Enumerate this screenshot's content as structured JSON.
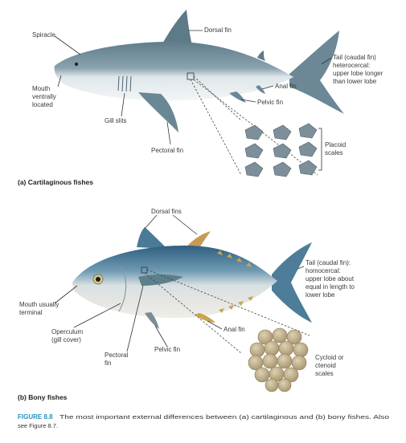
{
  "shark": {
    "labels": {
      "spiracle": "Spiracle",
      "dorsal_fin": "Dorsal fin",
      "mouth_l1": "Mouth",
      "mouth_l2": "ventrally",
      "mouth_l3": "located",
      "tail_l1": "Tail (caudal fin)",
      "tail_l2": "heterocercal:",
      "tail_l3": "upper lobe longer",
      "tail_l4": "than lower lobe",
      "anal_fin": "Anal fin",
      "pelvic_fin": "Pelvic fin",
      "gill_slits": "Gill slits",
      "scales_l1": "Placoid",
      "scales_l2": "scales",
      "pectoral_fin": "Pectoral fin"
    },
    "caption": "(a) Cartilaginous fishes"
  },
  "tuna": {
    "labels": {
      "dorsal_fins": "Dorsal fins",
      "tail_l1": "Tail (caudal fin):",
      "tail_l2": "homocercal:",
      "tail_l3": "upper lobe about",
      "tail_l4": "equal in length to",
      "tail_l5": "lower lobe",
      "mouth_l1": "Mouth usually",
      "mouth_l2": "terminal",
      "operculum_l1": "Operculum",
      "operculum_l2": "(gill cover)",
      "anal_fin": "Anal fin",
      "pectoral_l1": "Pectoral",
      "pectoral_l2": "fin",
      "pelvic_fin": "Pelvic fin",
      "scales_l1": "Cycloid or",
      "scales_l2": "ctenoid",
      "scales_l3": "scales"
    },
    "caption": "(b) Bony fishes"
  },
  "figure_caption": {
    "number": "FIGURE 8.8",
    "line1": "The most important external differences between (a) cartilaginous and (b) bony fishes. Also",
    "line2": "see Figure 8.7."
  },
  "colors": {
    "shark_back": "#6f8b99",
    "shark_belly": "#e8eef1",
    "tuna_back": "#3e6f8f",
    "tuna_belly": "#e9ebe6",
    "caption_accent": "#2a8fc0",
    "scale_tan": "#b9aa86"
  }
}
